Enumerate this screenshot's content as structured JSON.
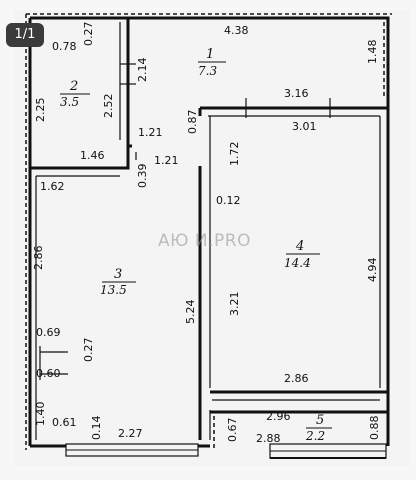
{
  "page_indicator": "1/1",
  "watermark": "АЮ  И.PRO",
  "rooms": [
    {
      "number": "1",
      "area": "7.3"
    },
    {
      "number": "2",
      "area": "3.5"
    },
    {
      "number": "3",
      "area": "13.5"
    },
    {
      "number": "4",
      "area": "14.4"
    },
    {
      "number": "5",
      "area": "2.2"
    }
  ],
  "dimensions": {
    "d_078": "0.78",
    "d_027": "0.27",
    "d_438": "4.38",
    "d_148": "1.48",
    "d_225": "2.25",
    "d_214": "2.14",
    "d_252": "2.52",
    "d_121_top": "1.21",
    "d_087": "0.87",
    "d_316": "3.16",
    "d_301": "3.01",
    "d_146": "1.46",
    "d_121_mid": "1.21",
    "d_039": "0.39",
    "d_172": "1.72",
    "d_162": "1.62",
    "d_012": "0.12",
    "d_286": "2.86",
    "d_494": "4.94",
    "d_524": "5.24",
    "d_321": "3.21",
    "d_069": "0.69",
    "d_027_b": "0.27",
    "d_060": "0.60",
    "d_286_b": "2.86",
    "d_140": "1.40",
    "d_061": "0.61",
    "d_014": "0.14",
    "d_227": "2.27",
    "d_067": "0.67",
    "d_296": "2.96",
    "d_288": "2.88",
    "d_088": "0.88"
  }
}
